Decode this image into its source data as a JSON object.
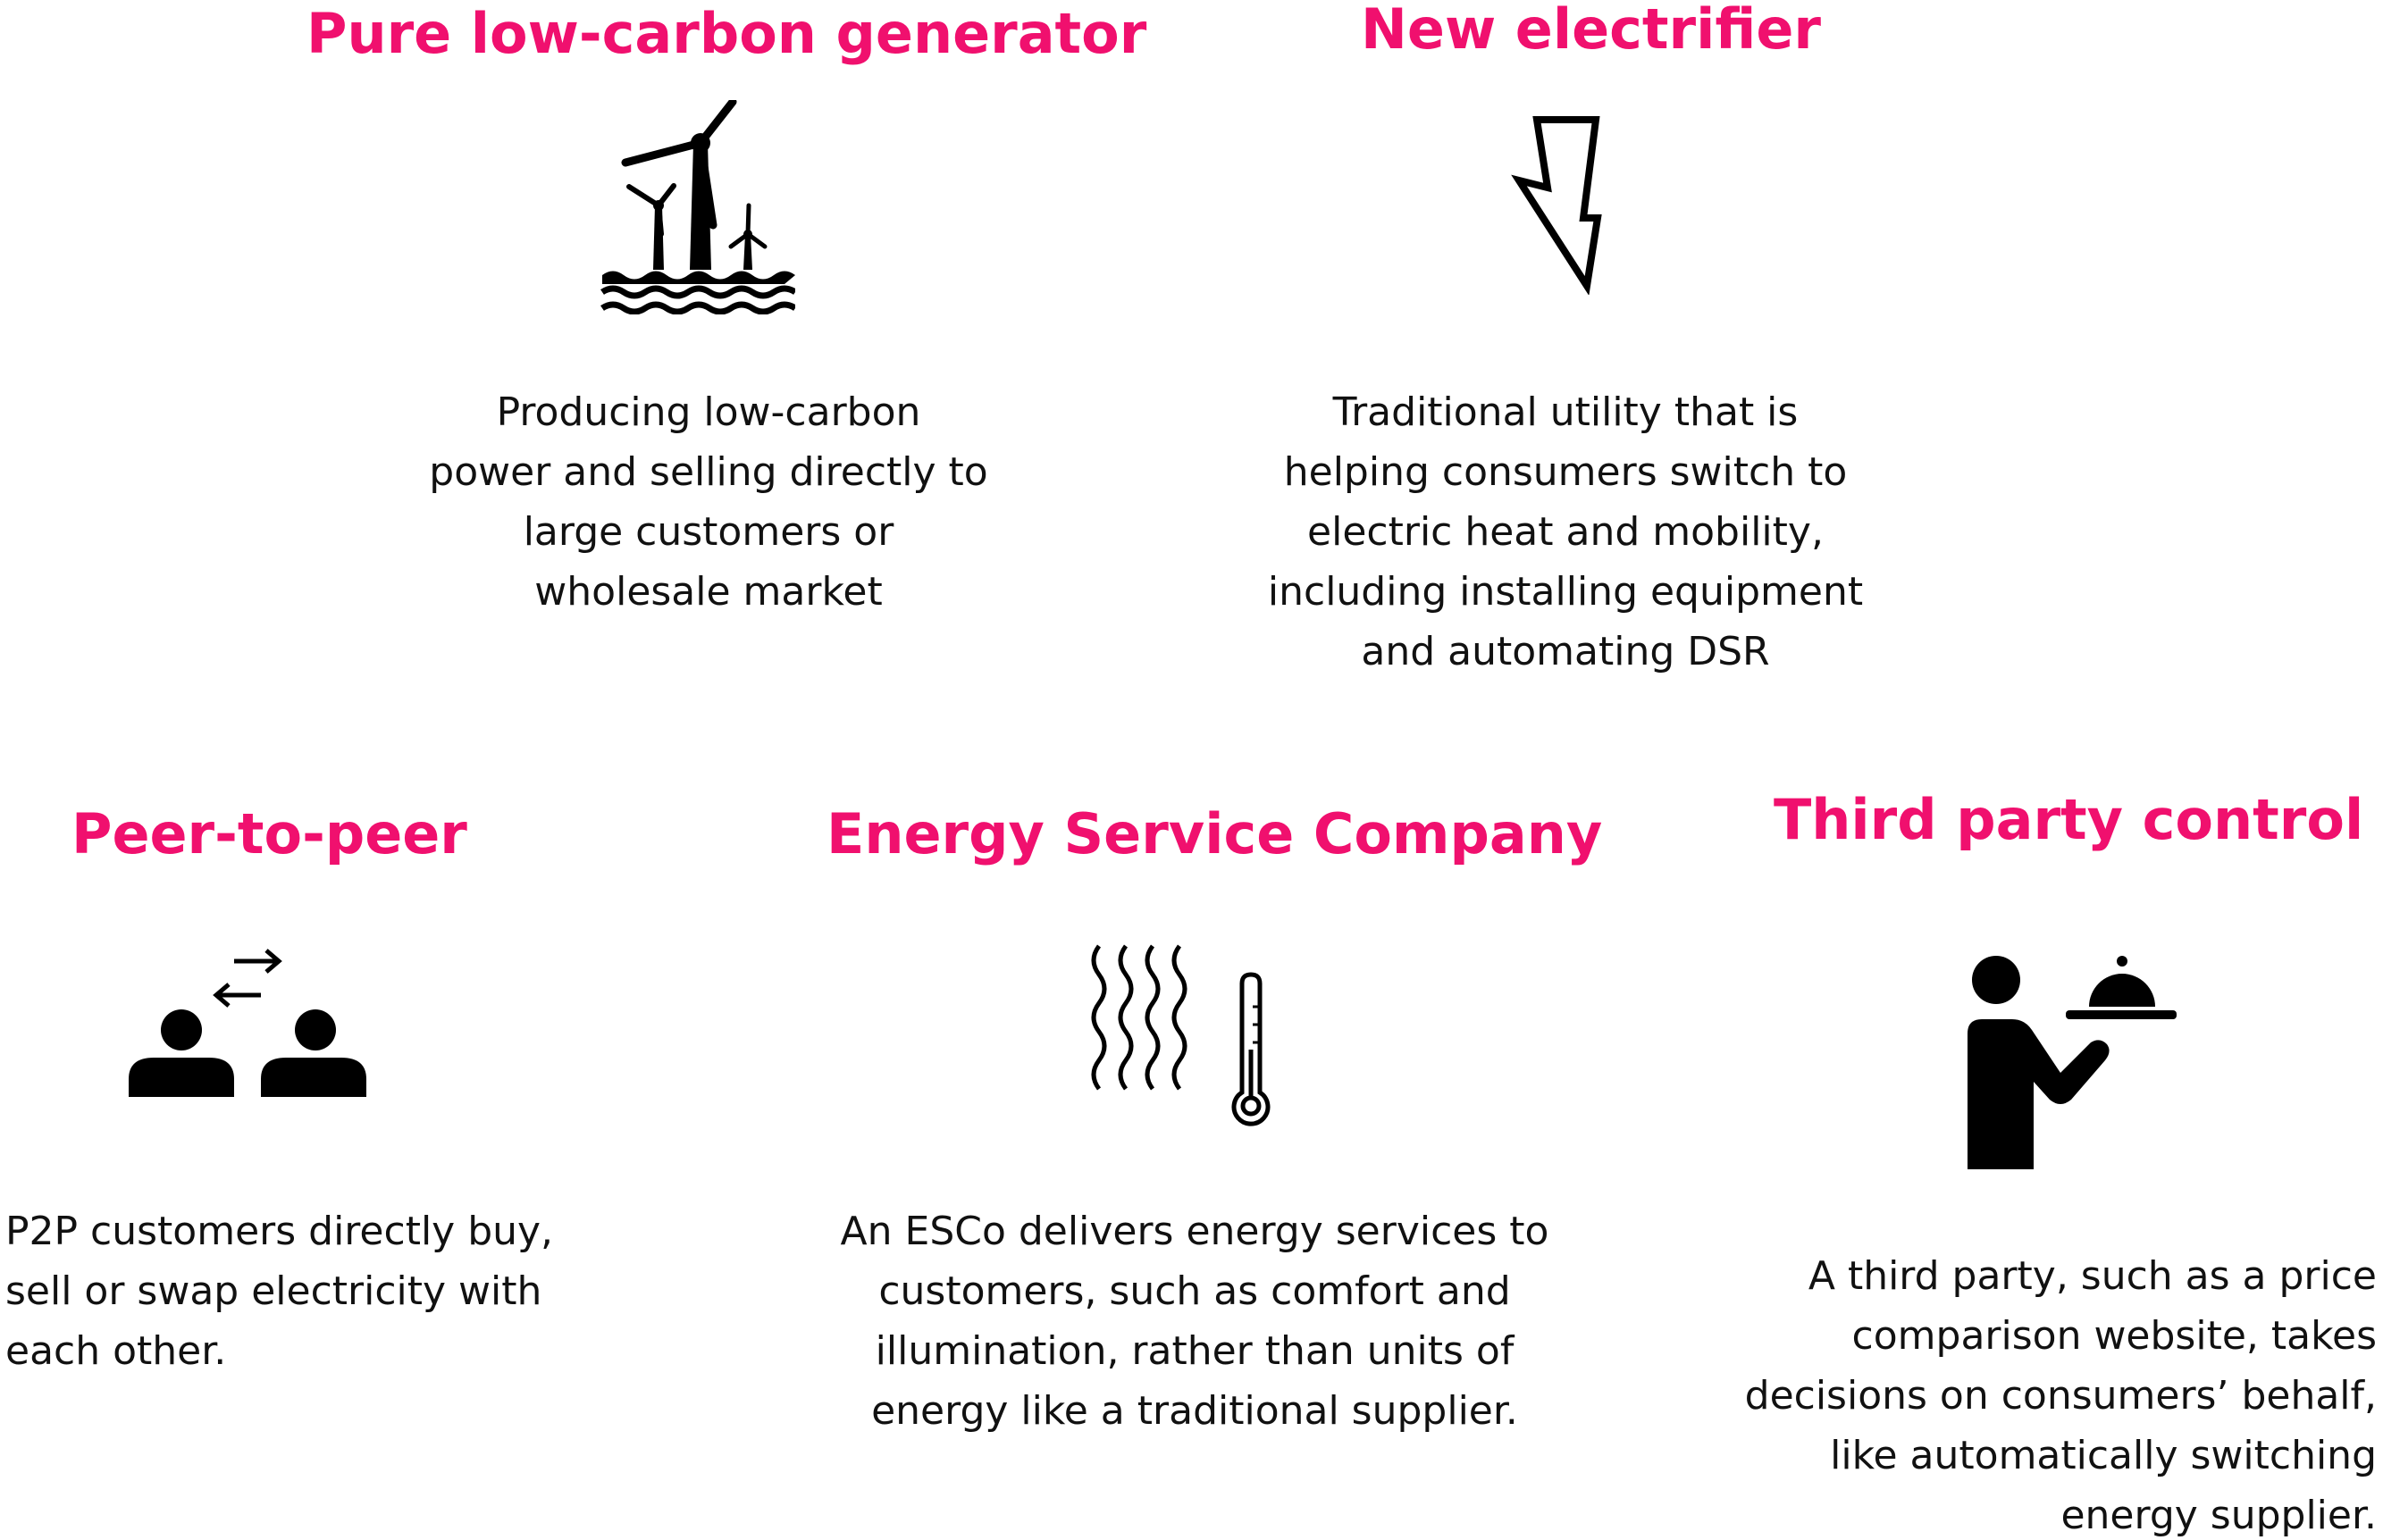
{
  "colors": {
    "accent": "#f0106e",
    "text": "#111111",
    "icon": "#000000",
    "background": "#ffffff"
  },
  "items": [
    {
      "title": "Pure low-carbon generator",
      "icon": "wind-turbines-icon",
      "description": "Producing low-carbon\npower and selling directly to\nlarge customers or\nwholesale market"
    },
    {
      "title": "New electrifier",
      "icon": "lightning-bolt-icon",
      "description": "Traditional utility that is\nhelping consumers switch to\nelectric heat and mobility,\nincluding installing equipment\nand automating DSR"
    },
    {
      "title": "Peer-to-peer",
      "icon": "peer-exchange-icon",
      "description": "P2P customers directly buy,\nsell or swap electricity with\neach other."
    },
    {
      "title": "Energy Service Company",
      "icon": "heat-thermometer-icon",
      "description": "An ESCo delivers energy services to\ncustomers, such as comfort and\nillumination, rather than units of\nenergy like a traditional supplier."
    },
    {
      "title": "Third party control",
      "icon": "waiter-serving-icon",
      "description": "A third party, such as a price\ncomparison website, takes\ndecisions on consumers’ behalf,\nlike automatically switching\nenergy supplier."
    }
  ]
}
